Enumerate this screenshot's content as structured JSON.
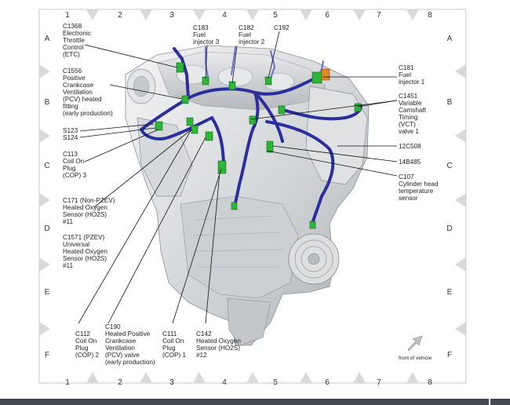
{
  "grid": {
    "columns": [
      "1",
      "2",
      "3",
      "4",
      "5",
      "6",
      "7",
      "8"
    ],
    "rows": [
      "A",
      "B",
      "C",
      "D",
      "E",
      "F"
    ]
  },
  "labels": {
    "c1368": [
      "C1368",
      "Electronic",
      "Throttle",
      "Control",
      "(ETC)"
    ],
    "c1556": [
      "C1556",
      "Positive",
      "Crankcase",
      "Ventilation",
      "(PCV) heated",
      "fitting",
      "(early production)"
    ],
    "s123": [
      "S123",
      "S124"
    ],
    "c113": [
      "C113",
      "Coil On",
      "Plug",
      "(COP) 3"
    ],
    "c171": [
      "C171 (Non-PZEV)",
      "Heated Oxygen",
      "Sensor (HO2S)",
      "#11"
    ],
    "c1571": [
      "C1571 (PZEV)",
      "Universal",
      "Heated Oxygen",
      "Sensor (HO2S)",
      "#11"
    ],
    "c183": [
      "C183",
      "Fuel",
      "injector 3"
    ],
    "c182": [
      "C182",
      "Fuel",
      "injector 2"
    ],
    "c192": [
      "C192"
    ],
    "c181": [
      "C181",
      "Fuel",
      "injector 1"
    ],
    "c1451": [
      "C1451",
      "Variable",
      "Camshaft",
      "Timing",
      "(VCT)",
      "valve 1"
    ],
    "p12c508": [
      "12C508"
    ],
    "p14b485": [
      "14B485"
    ],
    "c107": [
      "C107",
      "Cylinder head",
      "temperature",
      "sensor"
    ],
    "c112": [
      "C112",
      "Coil On",
      "Plug",
      "(COP) 2"
    ],
    "c190": [
      "C190",
      "Heated Positive",
      "Crankcase",
      "Ventilation",
      "(PCV) valve",
      "(early production)"
    ],
    "c111": [
      "C111",
      "Coil On",
      "Plug",
      "(COP) 1"
    ],
    "c142": [
      "C142",
      "Heated Oxygen",
      "Sensor (HO2S)",
      "#12"
    ],
    "front": [
      "front of vehicle"
    ]
  },
  "colors": {
    "harness": "#2a2f9c",
    "connector": "#2fb53a",
    "engine": "#d9dbdd",
    "border_tab": "#d8d8d8"
  },
  "icons": {
    "front_arrow": "arrow-up-right-icon"
  }
}
